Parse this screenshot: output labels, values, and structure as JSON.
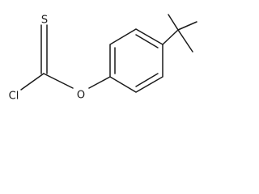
{
  "molecule": {
    "atoms": {
      "thione_s": "S",
      "chlorine": "Cl",
      "ether_o": "O"
    }
  }
}
